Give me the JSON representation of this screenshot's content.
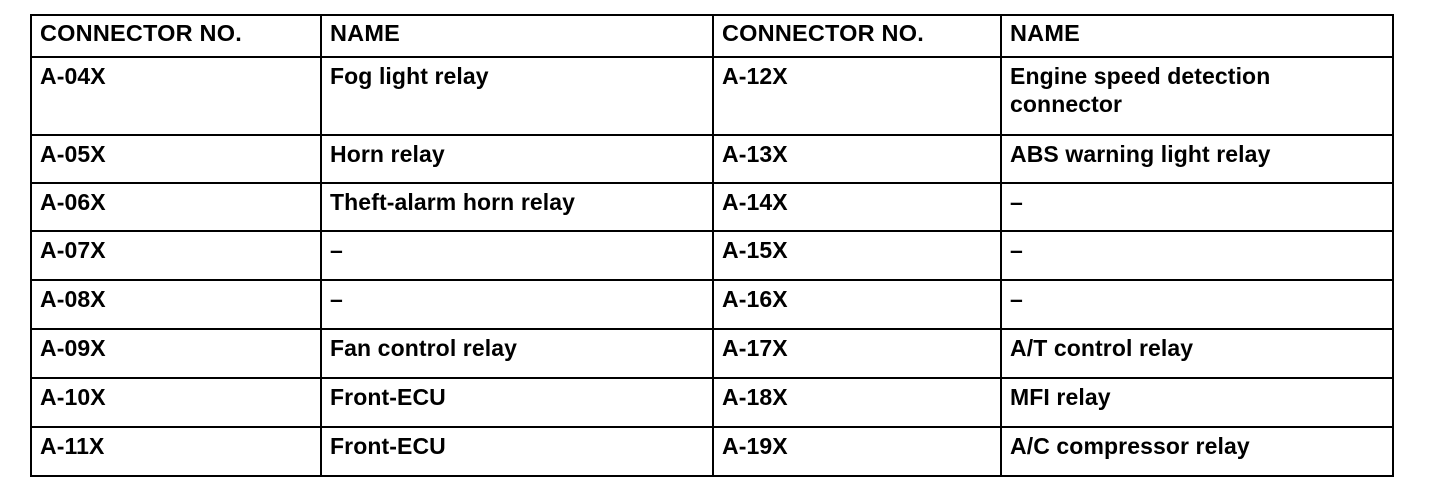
{
  "table": {
    "name": "connector-reference-table",
    "columns": [
      "CONNECTOR NO.",
      "NAME",
      "CONNECTOR NO.",
      "NAME"
    ],
    "header": {
      "col1": "CONNECTOR NO.",
      "col2": "NAME",
      "col3": "CONNECTOR NO.",
      "col4": "NAME"
    },
    "rows": [
      {
        "left_no": "A-04X",
        "left_name": "Fog light relay",
        "right_no": "A-12X",
        "right_name": "Engine speed detection connector",
        "height_class": "tall"
      },
      {
        "left_no": "A-05X",
        "left_name": "Horn relay",
        "right_no": "A-13X",
        "right_name": "ABS warning light relay",
        "height_class": "mid"
      },
      {
        "left_no": "A-06X",
        "left_name": "Theft-alarm horn relay",
        "right_no": "A-14X",
        "right_name": "–",
        "height_class": "mid"
      },
      {
        "left_no": "A-07X",
        "left_name": "–",
        "right_no": "A-15X",
        "right_name": "–",
        "height_class": "reg"
      },
      {
        "left_no": "A-08X",
        "left_name": "–",
        "right_no": "A-16X",
        "right_name": "–",
        "height_class": "reg"
      },
      {
        "left_no": "A-09X",
        "left_name": "Fan control relay",
        "right_no": "A-17X",
        "right_name": "A/T control relay",
        "height_class": "reg"
      },
      {
        "left_no": "A-10X",
        "left_name": "Front-ECU",
        "right_no": "A-18X",
        "right_name": "MFI relay",
        "height_class": "reg"
      },
      {
        "left_no": "A-11X",
        "left_name": "Front-ECU",
        "right_no": "A-19X",
        "right_name": "A/C compressor relay",
        "height_class": "last"
      }
    ]
  },
  "colors": {
    "text": "#000000",
    "background": "#ffffff",
    "border": "#000000"
  }
}
